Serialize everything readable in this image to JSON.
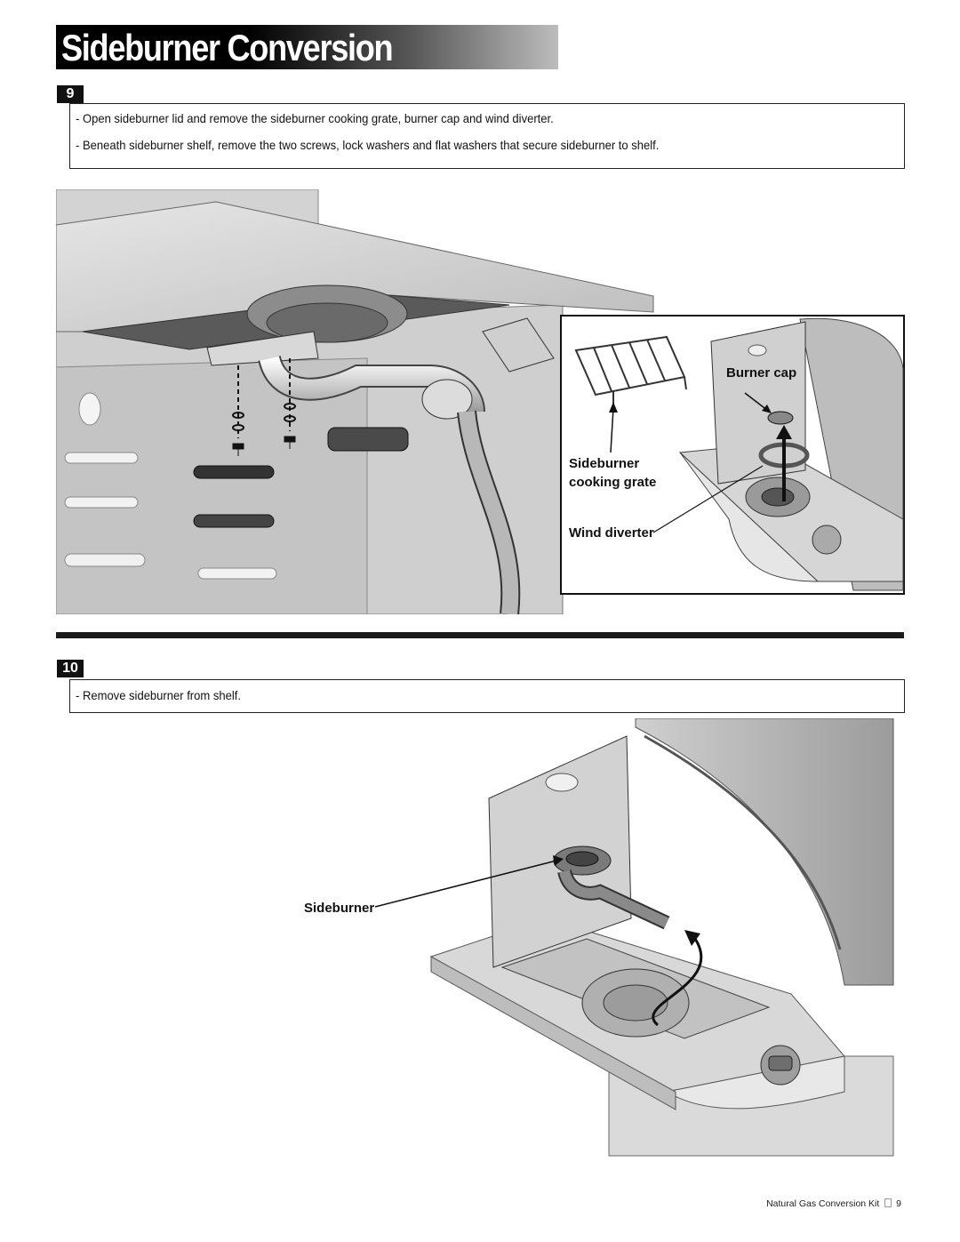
{
  "header": {
    "title": "Sideburner Conversion"
  },
  "step9": {
    "number": "9",
    "lines": [
      "- Open sideburner lid and remove the sideburner cooking grate, burner cap and wind diverter.",
      "- Beneath sideburner shelf, remove the two screws, lock washers and flat washers that secure sideburner to shelf."
    ],
    "callouts": {
      "burner_cap": "Burner cap",
      "grate_line1": "Sideburner",
      "grate_line2": "cooking grate",
      "wind_diverter": "Wind diverter"
    }
  },
  "step10": {
    "number": "10",
    "lines": [
      "- Remove sideburner from shelf."
    ],
    "callouts": {
      "sideburner": "Sideburner"
    }
  },
  "footer": {
    "text": "Natural Gas Conversion Kit",
    "page": "9"
  }
}
